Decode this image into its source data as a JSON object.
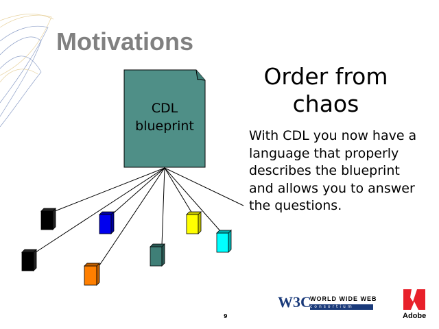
{
  "slide": {
    "title": "Motivations",
    "heading": "Order from chaos",
    "body": "With CDL you now have a language that properly describes the blueprint and allows you to answer the questions.",
    "doc_label": "CDL blueprint",
    "page_number": "9"
  },
  "logos": {
    "w3c": "W3C",
    "w3c_line1": "WORLD WIDE WEB",
    "w3c_line2": "consortium",
    "adobe": "Adobe"
  },
  "colors": {
    "doc": "#4f8f87",
    "cubes": [
      "#000000",
      "#000000",
      "#0000ee",
      "#ff7f00",
      "#3f7f77",
      "#ffff00",
      "#00ffff"
    ]
  }
}
